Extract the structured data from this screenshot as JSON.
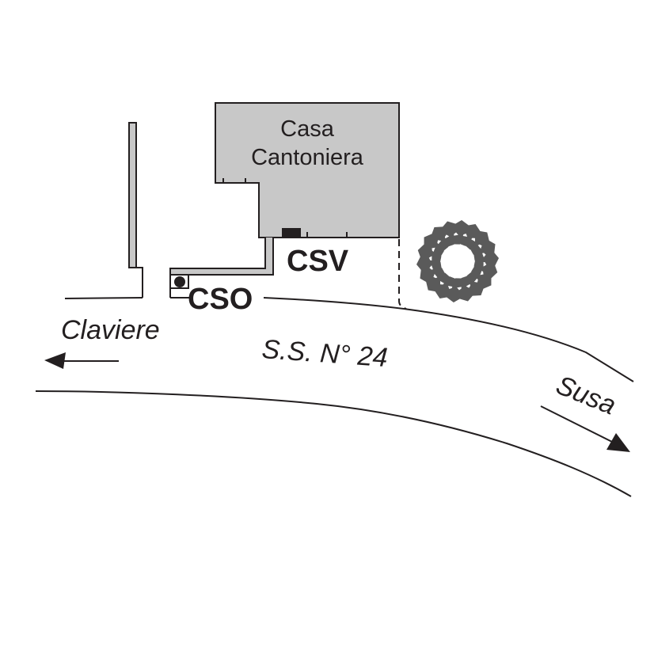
{
  "map": {
    "building": {
      "label_line1": "Casa",
      "label_line2": "Cantoniera"
    },
    "sensors": {
      "csv": "CSV",
      "cso": "CSO"
    },
    "road": {
      "name": "S.S. N° 24"
    },
    "directions": {
      "west": "Claviere",
      "east": "Susa"
    },
    "colors": {
      "building_fill": "#c8c8c8",
      "tree_fill": "#5a5a5a",
      "line": "#231f20"
    },
    "icons": {
      "tree": "tree-icon",
      "left_arrow": "arrow-left-icon",
      "right_arrow": "arrow-right-icon",
      "cso_marker": "circle-sensor-icon",
      "csv_marker": "rect-sensor-icon"
    }
  }
}
